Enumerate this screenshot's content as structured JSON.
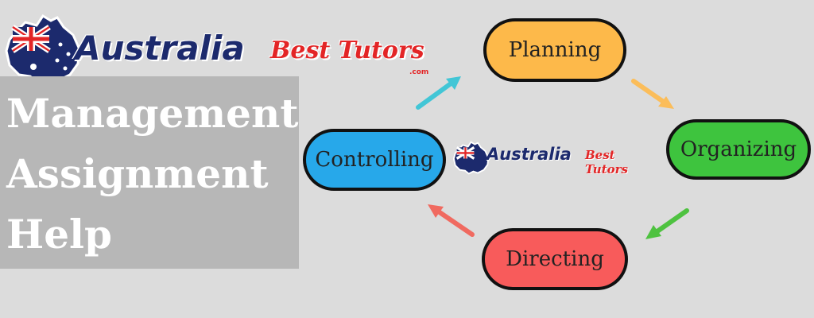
{
  "brand": {
    "word1": "Australia",
    "word2": "Best Tutors",
    "suffix": ".com"
  },
  "title": {
    "line1": "Management",
    "line2": "Assignment",
    "line3": "Help"
  },
  "cycle": {
    "nodes": [
      {
        "label": "Planning",
        "color": "#fdb94a"
      },
      {
        "label": "Organizing",
        "color": "#3ec43e"
      },
      {
        "label": "Directing",
        "color": "#f85b5b"
      },
      {
        "label": "Controlling",
        "color": "#27a8ea"
      }
    ],
    "arrow_colors": {
      "controlling_to_planning": "#42c6d6",
      "planning_to_organizing": "#fbbd5a",
      "organizing_to_directing": "#4ec240",
      "directing_to_controlling": "#f06a60"
    }
  },
  "icons": [
    "australia-map-icon",
    "union-jack-icon"
  ]
}
